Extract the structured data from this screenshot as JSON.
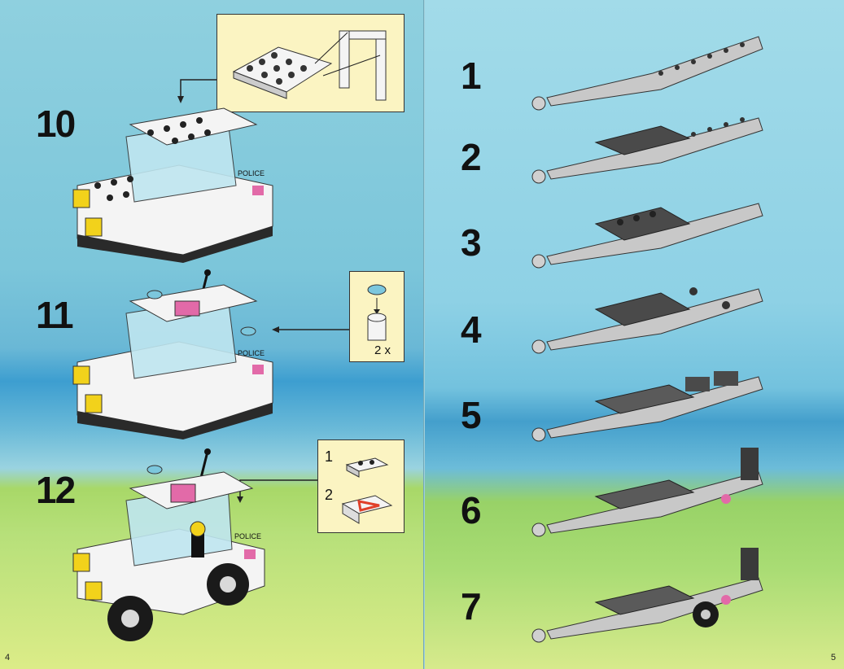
{
  "pages": {
    "left": {
      "page_number": "4",
      "steps": [
        {
          "number": "10",
          "vehicle_text": "POLICE"
        },
        {
          "number": "11",
          "vehicle_text": "POLICE",
          "callout_qty": "2 x"
        },
        {
          "number": "12",
          "vehicle_text": "POLICE",
          "callout_items": [
            "1",
            "2"
          ]
        }
      ]
    },
    "right": {
      "page_number": "5",
      "steps": [
        {
          "number": "1"
        },
        {
          "number": "2"
        },
        {
          "number": "3"
        },
        {
          "number": "4"
        },
        {
          "number": "5"
        },
        {
          "number": "6"
        },
        {
          "number": "7"
        }
      ]
    }
  },
  "colors": {
    "brick_white": "#f4f4f4",
    "brick_gray": "#b8b8b8",
    "brick_dark": "#4a4a4a",
    "brick_yellow": "#f2d21b",
    "brick_pink": "#e26aa8",
    "brick_blue": "#7cc7dd",
    "inset_bg": "#fbf4c2",
    "triangle_red": "#e0402a"
  }
}
